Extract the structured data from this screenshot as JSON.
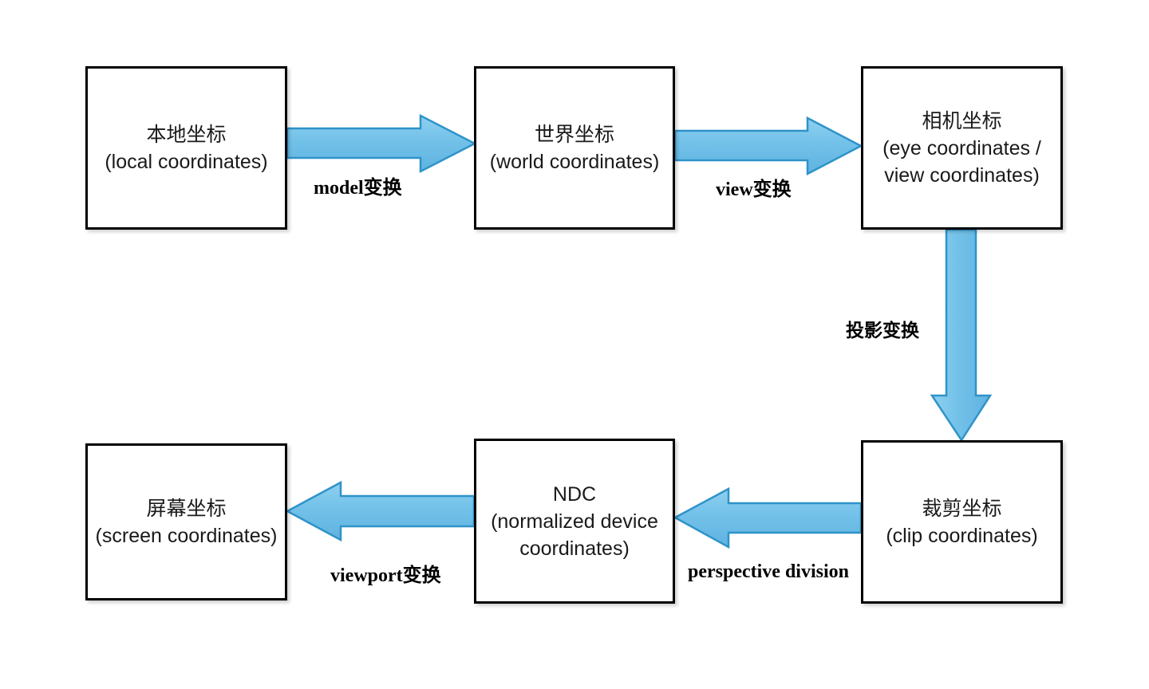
{
  "diagram": {
    "title": "OpenGL coordinate transformation pipeline",
    "background_color": "#ffffff",
    "box_border_color": "#000000",
    "arrow_fill_color": "#6EBEE8",
    "arrow_stroke_color": "#2E93C9",
    "text_color": "#1a1a1a"
  },
  "nodes": [
    {
      "id": "local",
      "lines": [
        "本地坐标",
        "(local coordinates)"
      ],
      "line1": "本地坐标",
      "line2": "(local coordinates)",
      "line3": ""
    },
    {
      "id": "world",
      "lines": [
        "世界坐标",
        "(world coordinates)"
      ],
      "line1": "世界坐标",
      "line2": "(world coordinates)",
      "line3": ""
    },
    {
      "id": "eye",
      "lines": [
        "相机坐标",
        "(eye coordinates /",
        "view coordinates)"
      ],
      "line1": "相机坐标",
      "line2": "(eye coordinates /",
      "line3": "view coordinates)"
    },
    {
      "id": "clip",
      "lines": [
        "裁剪坐标",
        "(clip coordinates)"
      ],
      "line1": "裁剪坐标",
      "line2": "(clip coordinates)",
      "line3": ""
    },
    {
      "id": "ndc",
      "lines": [
        "NDC",
        "(normalized device",
        "coordinates)"
      ],
      "line1": "NDC",
      "line2": "(normalized device",
      "line3": "coordinates)"
    },
    {
      "id": "screen",
      "lines": [
        "屏幕坐标",
        "(screen coordinates)"
      ],
      "line1": "屏幕坐标",
      "line2": "(screen coordinates)",
      "line3": ""
    }
  ],
  "edges": [
    {
      "id": "model",
      "label": "model变换",
      "from": "local",
      "to": "world",
      "direction": "right"
    },
    {
      "id": "view",
      "label": "view变换",
      "from": "world",
      "to": "eye",
      "direction": "right"
    },
    {
      "id": "projection",
      "label": "投影变换",
      "from": "eye",
      "to": "clip",
      "direction": "down"
    },
    {
      "id": "perspective",
      "label": "perspective division",
      "from": "clip",
      "to": "ndc",
      "direction": "left"
    },
    {
      "id": "viewport",
      "label": "viewport变换",
      "from": "ndc",
      "to": "screen",
      "direction": "left"
    }
  ]
}
